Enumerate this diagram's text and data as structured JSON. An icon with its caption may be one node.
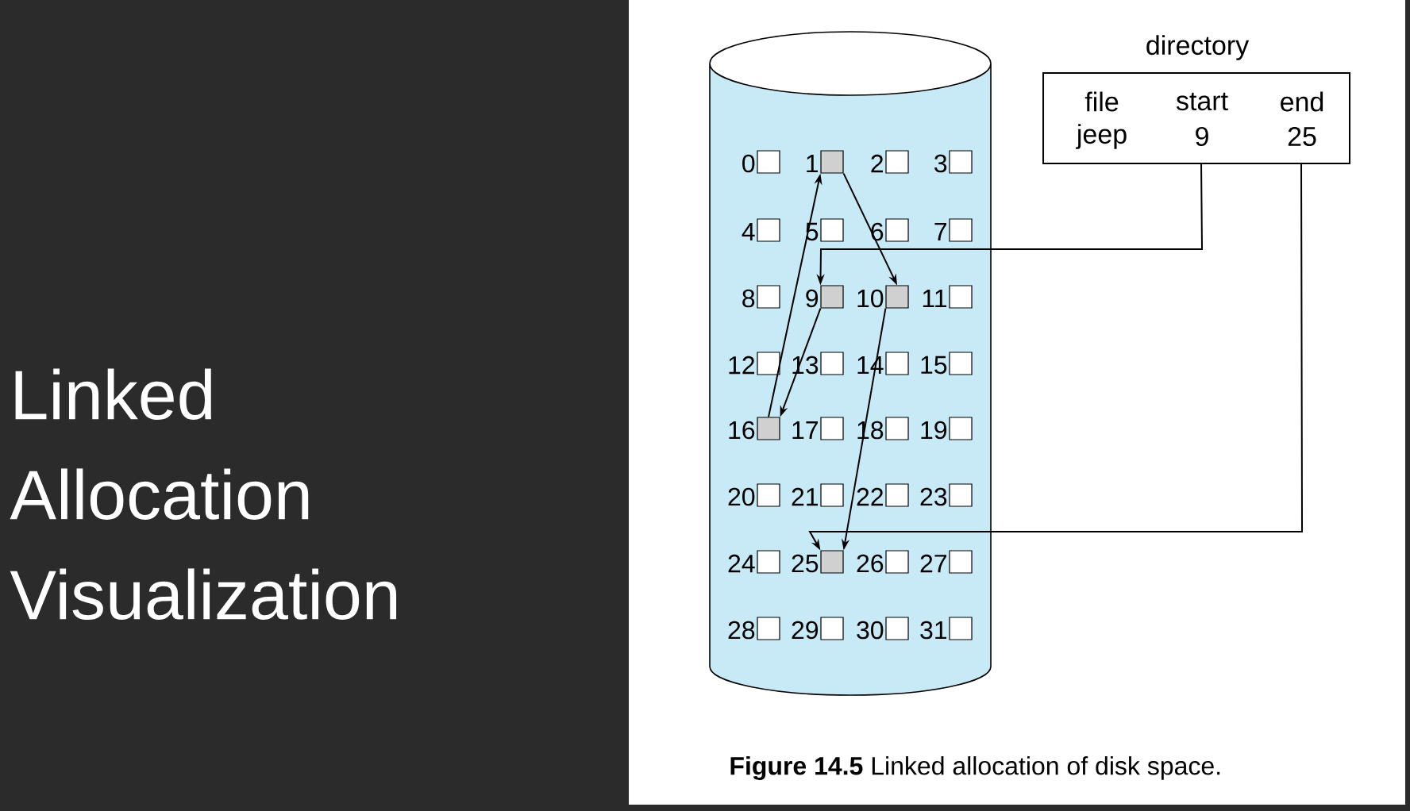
{
  "diagram": {
    "title": "Linked Allocation Visualization",
    "caption": "**Figure 14.5** Linked allocation of disk space.",
    "nodes": [
      {
        "text": [],
        "shape": "cylinder"
      },
      {
        "text": [],
        "shape": "box",
        "beside": [
          "0"
        ],
        "in": 0
      },
      {
        "text": [],
        "shape": "box",
        "beside": [
          "1"
        ],
        "in": 0
      },
      {
        "text": [],
        "shape": "box",
        "beside": [
          "2"
        ],
        "in": 0
      },
      {
        "text": [],
        "shape": "box",
        "beside": [
          "3"
        ],
        "in": 0
      },
      {
        "text": [],
        "shape": "box",
        "beside": [
          "4"
        ],
        "in": 0
      },
      {
        "text": [],
        "shape": "box",
        "beside": [
          "5"
        ],
        "in": 0
      },
      {
        "text": [],
        "shape": "box",
        "beside": [
          "6"
        ],
        "in": 0
      },
      {
        "text": [],
        "shape": "box",
        "beside": [
          "7"
        ],
        "in": 0
      },
      {
        "text": [],
        "shape": "box",
        "beside": [
          "8"
        ],
        "in": 0
      },
      {
        "text": [],
        "shape": "box",
        "beside": [
          "9"
        ],
        "in": 0
      },
      {
        "text": [],
        "shape": "box",
        "beside": [
          "10"
        ],
        "in": 0
      },
      {
        "text": [],
        "shape": "box",
        "beside": [
          "11"
        ],
        "in": 0
      },
      {
        "text": [],
        "shape": "box",
        "beside": [
          "12"
        ],
        "in": 0
      },
      {
        "text": [],
        "shape": "box",
        "beside": [
          "13"
        ],
        "in": 0
      },
      {
        "text": [],
        "shape": "box",
        "beside": [
          "14"
        ],
        "in": 0
      },
      {
        "text": [],
        "shape": "box",
        "beside": [
          "15"
        ],
        "in": 0
      },
      {
        "text": [],
        "shape": "box",
        "beside": [
          "16"
        ],
        "in": 0
      },
      {
        "text": [],
        "shape": "box",
        "beside": [
          "17"
        ],
        "in": 0
      },
      {
        "text": [],
        "shape": "box",
        "beside": [
          "18"
        ],
        "in": 0
      },
      {
        "text": [],
        "shape": "box",
        "beside": [
          "19"
        ],
        "in": 0
      },
      {
        "text": [],
        "shape": "box",
        "beside": [
          "20"
        ],
        "in": 0
      },
      {
        "text": [],
        "shape": "box",
        "beside": [
          "21"
        ],
        "in": 0
      },
      {
        "text": [],
        "shape": "box",
        "beside": [
          "22"
        ],
        "in": 0
      },
      {
        "text": [],
        "shape": "box",
        "beside": [
          "23"
        ],
        "in": 0
      },
      {
        "text": [],
        "shape": "box",
        "beside": [
          "24"
        ],
        "in": 0
      },
      {
        "text": [],
        "shape": "box",
        "beside": [
          "25"
        ],
        "in": 0
      },
      {
        "text": [],
        "shape": "box",
        "beside": [
          "26"
        ],
        "in": 0
      },
      {
        "text": [],
        "shape": "box",
        "beside": [
          "27"
        ],
        "in": 0
      },
      {
        "text": [],
        "shape": "box",
        "beside": [
          "28"
        ],
        "in": 0
      },
      {
        "text": [],
        "shape": "box",
        "beside": [
          "29"
        ],
        "in": 0
      },
      {
        "text": [],
        "shape": "box",
        "beside": [
          "30"
        ],
        "in": 0
      },
      {
        "text": [],
        "shape": "box",
        "beside": [
          "31"
        ],
        "in": 0
      },
      {
        "text": [
          "directory",
          "file",
          "start",
          "end",
          "jeep",
          "9",
          "25"
        ]
      }
    ],
    "edges": [
      {
        "from": 33,
        "to": 10,
        "arrow": "to"
      },
      {
        "from": 10,
        "to": 17,
        "arrow": "to"
      },
      {
        "from": 17,
        "to": 2,
        "arrow": "to"
      },
      {
        "from": 2,
        "to": 11,
        "arrow": "to"
      },
      {
        "from": 11,
        "to": 26,
        "arrow": "to"
      },
      {
        "from": 33,
        "to": 26,
        "arrow": "to"
      }
    ]
  }
}
